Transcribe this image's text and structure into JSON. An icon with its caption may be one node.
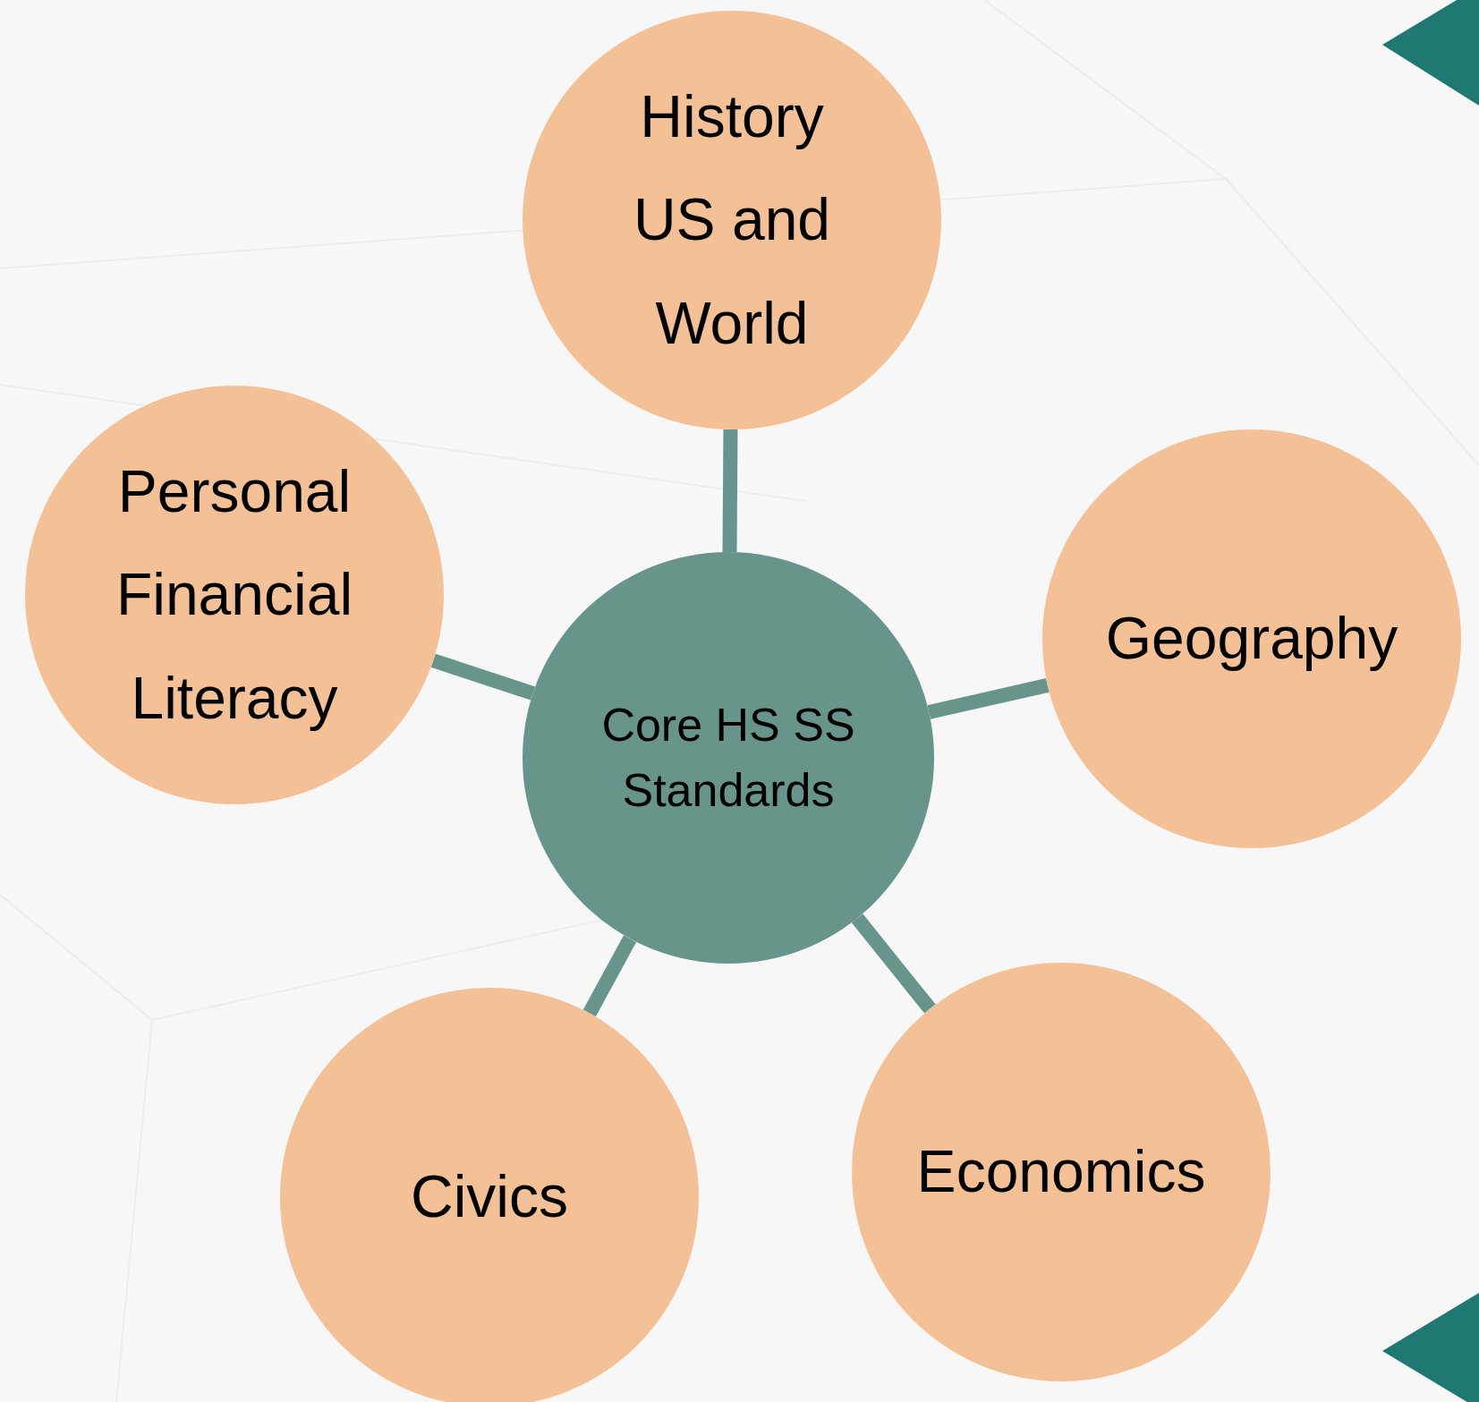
{
  "diagram": {
    "nodes": [
      {
        "text": [
          "History US and World"
        ]
      },
      {
        "text": [
          "Personal Financial Literacy"
        ]
      },
      {
        "text": [
          "Geography"
        ]
      },
      {
        "text": [
          "Core HS SS Standards"
        ]
      },
      {
        "text": [
          "Civics"
        ]
      },
      {
        "text": [
          "Economics"
        ]
      }
    ],
    "edges": [
      {
        "from": 3,
        "to": 0,
        "arrow": "none"
      },
      {
        "from": 3,
        "to": 1,
        "arrow": "none"
      },
      {
        "from": 3,
        "to": 2,
        "arrow": "none"
      },
      {
        "from": 3,
        "to": 4,
        "arrow": "none"
      },
      {
        "from": 3,
        "to": 5,
        "arrow": "none"
      }
    ]
  }
}
